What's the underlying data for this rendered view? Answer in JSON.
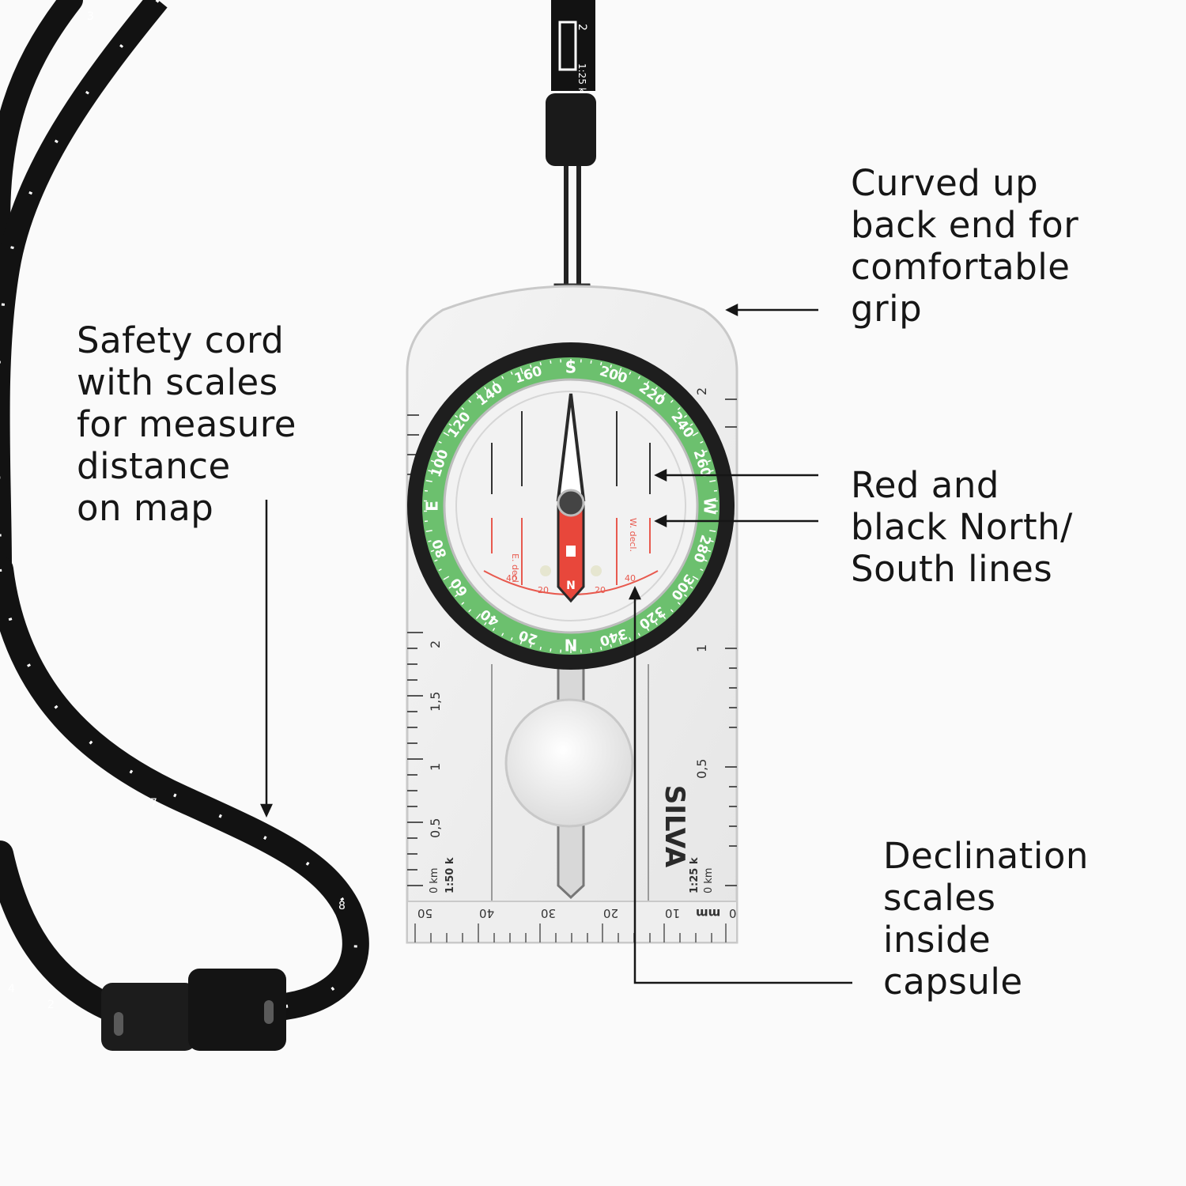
{
  "callouts": {
    "curved_grip": [
      "Curved up",
      "back end for",
      "comfortable",
      "grip"
    ],
    "safety_cord": [
      "Safety cord",
      "with scales",
      "for measure",
      "distance",
      "on map"
    ],
    "north_south_lines": [
      "Red and",
      "black North/",
      "South lines"
    ],
    "declination": [
      "Declination",
      "scales",
      "inside",
      "capsule"
    ]
  },
  "compass": {
    "brand": "SILVA",
    "bezel_numbers": [
      "S",
      "200",
      "220",
      "240",
      "260",
      "W",
      "280",
      "300",
      "320",
      "340",
      "N",
      "20",
      "40",
      "60",
      "80",
      "E",
      "100",
      "120",
      "140",
      "160"
    ],
    "decl_labels": {
      "east": "E. decl.",
      "west": "W. decl."
    },
    "decl_numbers": [
      "20",
      "40",
      "20",
      "40"
    ],
    "needle_letter": "N",
    "left_scale": {
      "numbers": [
        "2",
        "1,5",
        "1",
        "0,5"
      ],
      "zero": "0 km",
      "ratio": "1:50 k"
    },
    "right_scale": {
      "numbers": [
        "2",
        "1",
        "0,5"
      ],
      "zero": "0 km",
      "ratio": "1:25 k"
    },
    "mm_scale": {
      "numbers": [
        "50",
        "40",
        "30",
        "20",
        "10"
      ],
      "zero": "0",
      "unit": "mm"
    }
  },
  "cord": {
    "marks": [
      "2",
      "1:25 k",
      "3",
      "7",
      "8",
      "2",
      "4"
    ]
  },
  "colors": {
    "text": "#161616",
    "bezel_green": "#6cc06e",
    "bezel_black": "#1e1e1e",
    "needle_red": "#e8473b",
    "decl_red": "#e85a4f",
    "cord_black": "#121212"
  }
}
